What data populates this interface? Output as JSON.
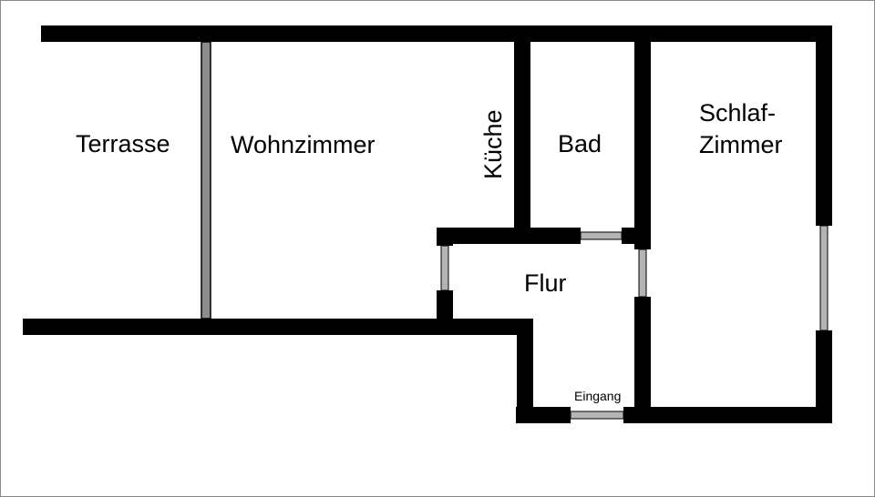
{
  "rooms": {
    "terrasse": "Terrasse",
    "wohnzimmer": "Wohnzimmer",
    "kueche": "Küche",
    "bad": "Bad",
    "schlafzimmer_line1": "Schlaf-",
    "schlafzimmer_line2": "Zimmer",
    "flur": "Flur"
  },
  "entrance": {
    "label": "Eingang"
  },
  "colors": {
    "wall": "#000000",
    "door": "#8c8c8c",
    "background": "#ffffff",
    "border": "#8a8a8a"
  }
}
